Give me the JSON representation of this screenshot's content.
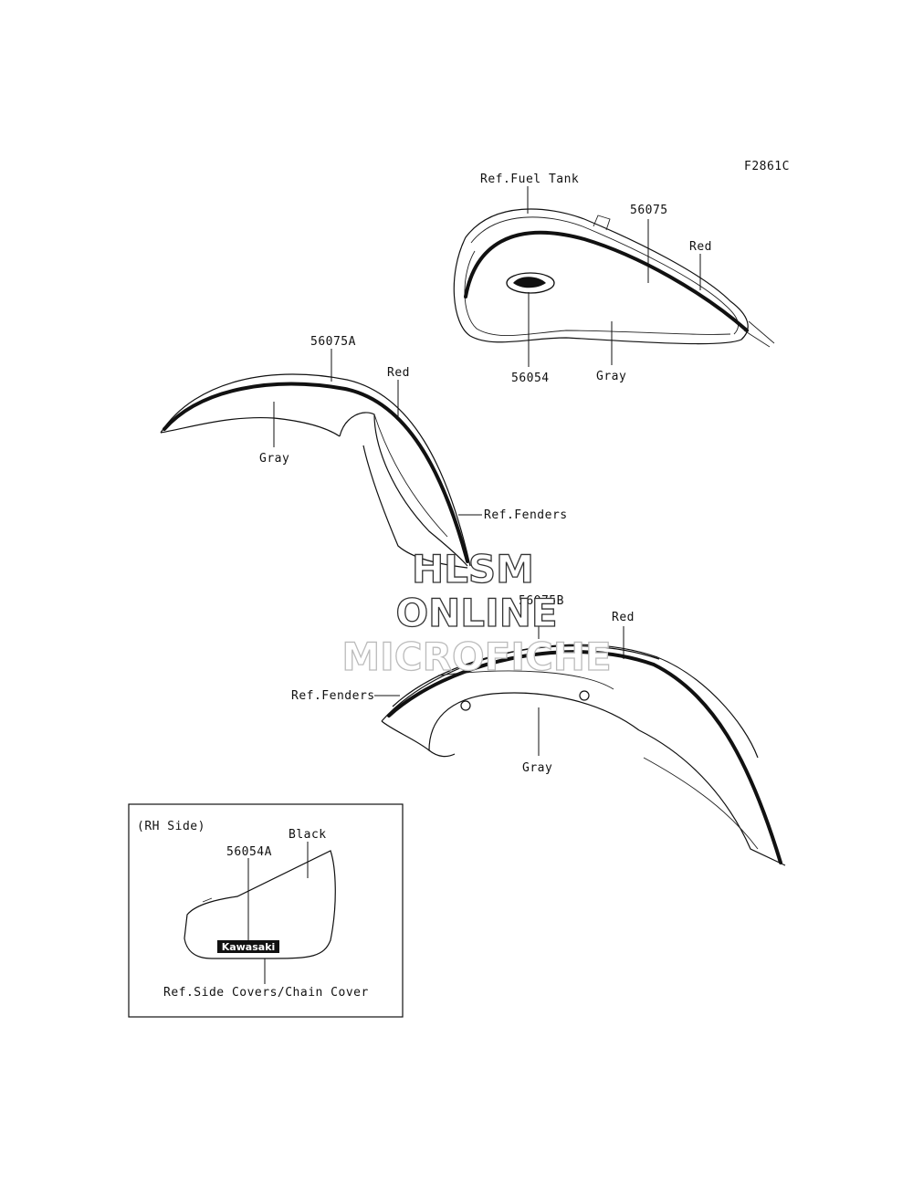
{
  "figure_code": "F2861C",
  "fuel_tank": {
    "ref_label": "Ref.Fuel Tank",
    "stripe_part": "56075",
    "stripe_color": "Red",
    "emblem_part": "56054",
    "body_color": "Gray"
  },
  "front_fender": {
    "stripe_part": "56075A",
    "stripe_color": "Red",
    "body_color": "Gray",
    "ref_label": "Ref.Fenders"
  },
  "rear_fender": {
    "stripe_part": "56075B",
    "stripe_color": "Red",
    "ref_label": "Ref.Fenders",
    "body_color": "Gray"
  },
  "side_cover_inset": {
    "title": "(RH Side)",
    "color": "Black",
    "emblem_part": "56054A",
    "emblem_text": "Kawasaki",
    "ref_label": "Ref.Side Covers/Chain Cover"
  },
  "watermark": {
    "line1": "HLSM",
    "line2": "ONLINE",
    "line3": "MICROFICHE"
  }
}
